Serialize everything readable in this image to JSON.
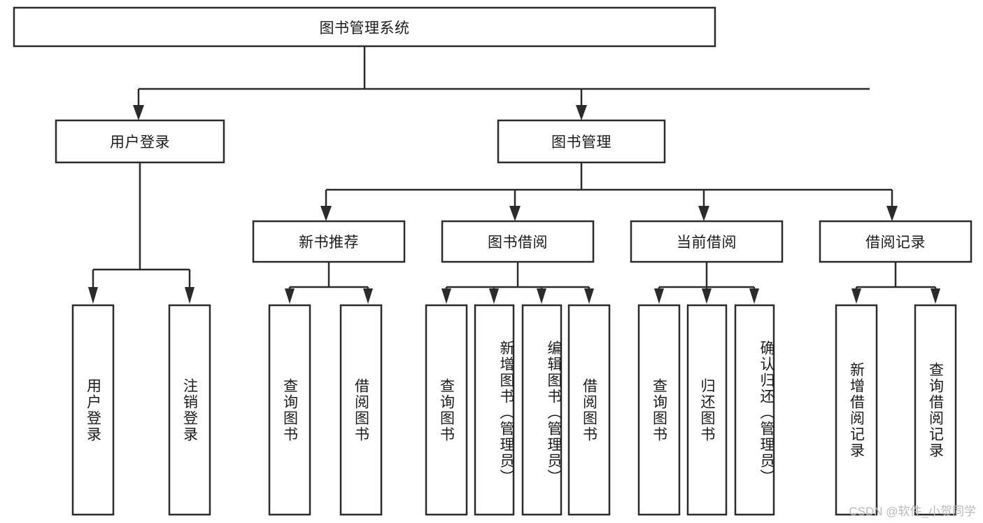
{
  "diagram": {
    "type": "hierarchy-tree",
    "title": "图书管理系统",
    "root": {
      "label": "图书管理系统"
    },
    "level2": [
      {
        "label": "用户登录"
      },
      {
        "label": "图书管理"
      }
    ],
    "level3": [
      {
        "label": "新书推荐"
      },
      {
        "label": "图书借阅"
      },
      {
        "label": "当前借阅"
      },
      {
        "label": "借阅记录"
      }
    ],
    "leaves": {
      "user_login": [
        {
          "label": "用户登录"
        },
        {
          "label": "注销登录"
        }
      ],
      "new_book_recommend": [
        {
          "label": "查询图书"
        },
        {
          "label": "借阅图书"
        }
      ],
      "book_borrow": [
        {
          "label": "查询图书"
        },
        {
          "label": "新增图书（管理员）"
        },
        {
          "label": "编辑图书（管理员）"
        },
        {
          "label": "借阅图书"
        }
      ],
      "current_borrow": [
        {
          "label": "查询图书"
        },
        {
          "label": "归还图书"
        },
        {
          "label": "确认归还（管理员）"
        }
      ],
      "borrow_record": [
        {
          "label": "新增借阅记录"
        },
        {
          "label": "查询借阅记录"
        }
      ]
    }
  },
  "watermark": {
    "text": "CSDN @软件_小贺同学"
  },
  "colors": {
    "stroke": "#2b2b2b",
    "fill": "#ffffff",
    "text": "#1b1b1b",
    "watermark": "#b9b9b9"
  }
}
